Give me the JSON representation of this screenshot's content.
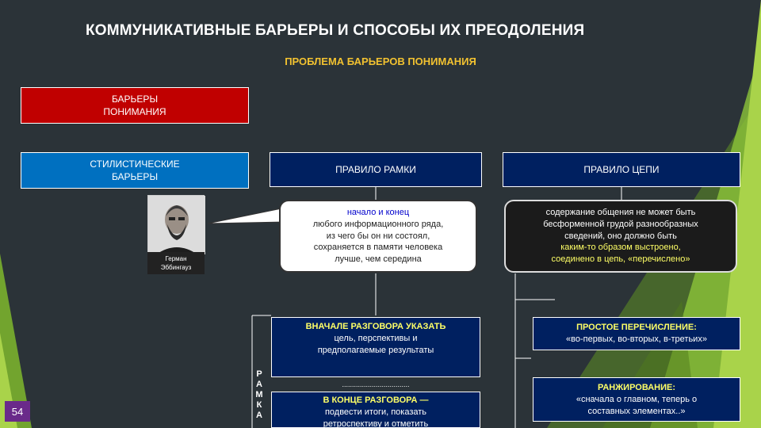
{
  "title": "КОММУНИКАТИВНЫЕ БАРЬЕРЫ И СПОСОБЫ ИХ ПРЕОДОЛЕНИЯ",
  "subtitle": "ПРОБЛЕМА БАРЬЕРОВ ПОНИМАНИЯ",
  "barriers_box": {
    "line1": "БАРЬЕРЫ",
    "line2": "ПОНИМАНИЯ"
  },
  "stylistic_box": {
    "line1": "СТИЛИСТИЧЕСКИЕ",
    "line2": "БАРЬЕРЫ"
  },
  "frame_rule": "ПРАВИЛО РАМКИ",
  "chain_rule": "ПРАВИЛО ЦЕПИ",
  "portrait_caption": {
    "line1": "Герман",
    "line2": "Эббингауз"
  },
  "frame_bubble": {
    "highlight": "начало и конец",
    "l1": "любого информационного ряда,",
    "l2": "из чего бы он ни состоял,",
    "l3": "сохраняется в памяти человека",
    "l4": "лучше, чем середина"
  },
  "chain_bubble": {
    "l1": "содержание общения не может быть",
    "l2": "бесформенной грудой разнообразных",
    "l3": "сведений, оно должно быть",
    "h1": "каким-то образом выстроено,",
    "h2": "соединено в цепь, «перечислено»"
  },
  "frame_start": {
    "head": "ВНАЧАЛЕ РАЗГОВОРА УКАЗАТЬ",
    "l1": "цель, перспективы и",
    "l2": "предполагаемые результаты"
  },
  "frame_dots": "..................................",
  "frame_end": {
    "head": "В КОНЦЕ РАЗГОВОРА —",
    "l1": "подвести итоги, показать",
    "l2": "ретроспективу и отметить"
  },
  "frame_vertical": [
    "Р",
    "А",
    "М",
    "К",
    "А"
  ],
  "enumeration": {
    "head": "ПРОСТОЕ ПЕРЕЧИСЛЕНИЕ:",
    "l1": "«во-первых, во-вторых, в-третьих»"
  },
  "ranking": {
    "head": "РАНЖИРОВАНИЕ:",
    "l1": "«сначала о главном, теперь о",
    "l2": "составных элементах..»"
  },
  "page_number": "54",
  "colors": {
    "red": "#c00000",
    "blue": "#0070c0",
    "navy": "#002060",
    "highlight": "#ffff66",
    "green": "#7ab02e"
  }
}
